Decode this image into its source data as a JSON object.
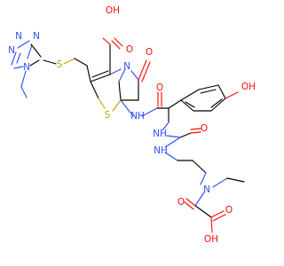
{
  "molecule": {
    "colors": {
      "carbon_bond": "#000000",
      "oxygen": "#ff0d0d",
      "nitrogen": "#3050f8",
      "sulfur": "#c8a000",
      "background": "#ffffff"
    },
    "atom_labels": {
      "acid_oh_top": "OH",
      "acid_o_top": "O",
      "lactam_o": "O",
      "n_tetrazole_1": "N",
      "n_tetrazole_2": "N",
      "n_tetrazole_3": "N",
      "n_tetrazole_4": "N",
      "s_thioether": "S",
      "s_ring": "S",
      "n_ring": "N",
      "nh_amide": "NH",
      "o_amide": "O",
      "oh_phenol": "OH",
      "nh_urea_1": "NH",
      "o_urea": "O",
      "nh_urea_2": "NH",
      "n_ethyl": "N",
      "o_oxo_1": "O",
      "o_oxo_2": "O",
      "oh_oxo": "OH"
    }
  }
}
